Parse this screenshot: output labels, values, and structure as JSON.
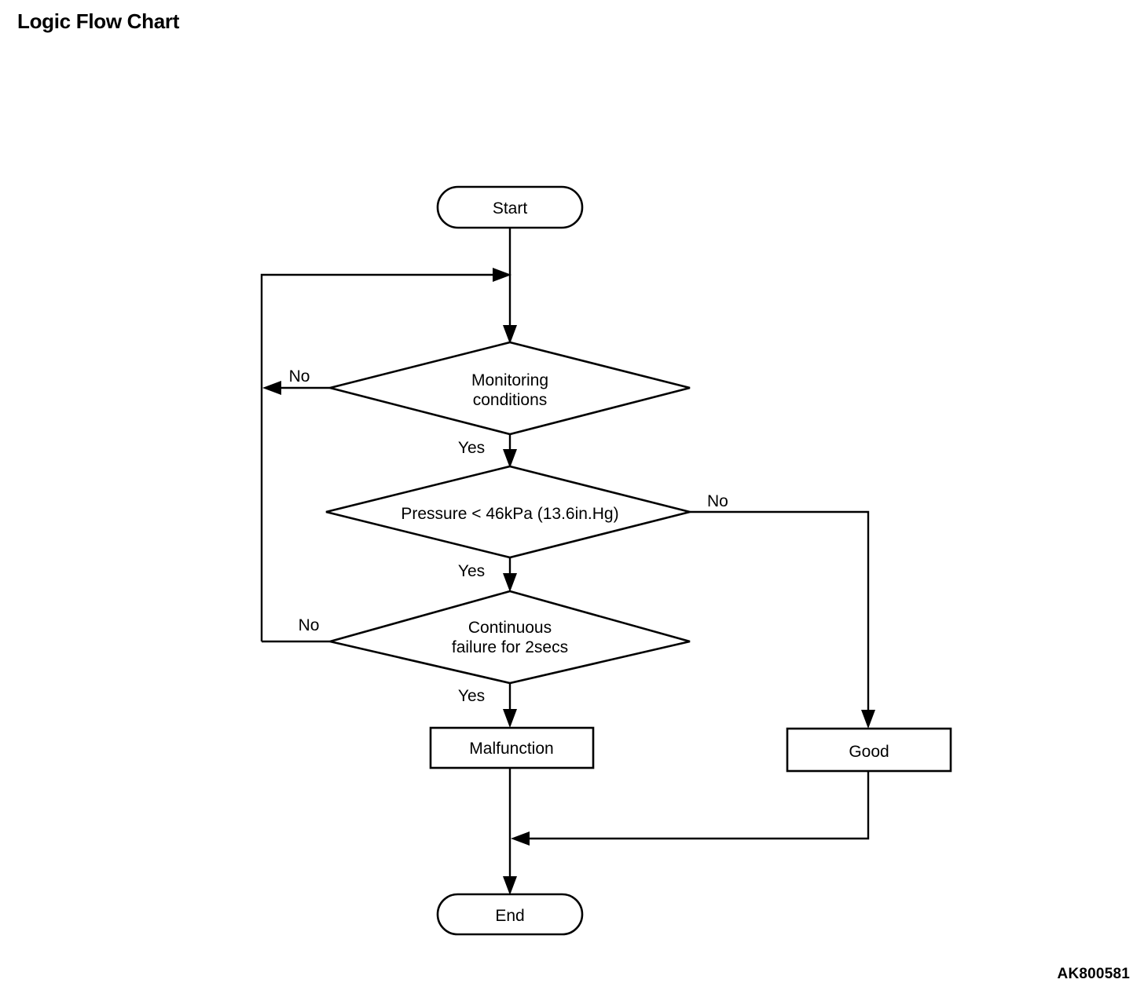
{
  "page": {
    "title": "Logic Flow Chart",
    "figure_code": "AK800581",
    "background_color": "#ffffff",
    "ink_color": "#000000"
  },
  "chart_data": {
    "type": "diagram",
    "diagram_kind": "flowchart",
    "title": "Logic Flow Chart",
    "nodes": [
      {
        "id": "start",
        "shape": "stadium",
        "label": "Start"
      },
      {
        "id": "monitoring",
        "shape": "diamond",
        "label_line_1": "Monitoring",
        "label_line_2": "conditions"
      },
      {
        "id": "pressure",
        "shape": "diamond",
        "label_line_1": "Pressure < 46kPa (13.6in.Hg)",
        "label_line_2": ""
      },
      {
        "id": "continuous",
        "shape": "diamond",
        "label_line_1": "Continuous",
        "label_line_2": "failure for 2secs"
      },
      {
        "id": "malfunction",
        "shape": "rectangle",
        "label": "Malfunction"
      },
      {
        "id": "good",
        "shape": "rectangle",
        "label": "Good"
      },
      {
        "id": "end",
        "shape": "stadium",
        "label": "End"
      }
    ],
    "edges": [
      {
        "from": "start",
        "to": "monitoring",
        "label": ""
      },
      {
        "from": "monitoring",
        "to": "pressure",
        "label": "Yes"
      },
      {
        "from": "monitoring",
        "to": "monitoring",
        "label": "No",
        "note": "loops back above monitoring decision"
      },
      {
        "from": "pressure",
        "to": "continuous",
        "label": "Yes"
      },
      {
        "from": "pressure",
        "to": "good",
        "label": "No"
      },
      {
        "from": "continuous",
        "to": "malfunction",
        "label": "Yes"
      },
      {
        "from": "continuous",
        "to": "monitoring",
        "label": "No",
        "note": "loops back above monitoring decision"
      },
      {
        "from": "malfunction",
        "to": "end",
        "label": ""
      },
      {
        "from": "good",
        "to": "end",
        "label": ""
      }
    ]
  },
  "labels": {
    "start": "Start",
    "monitoring_line1": "Monitoring",
    "monitoring_line2": "conditions",
    "pressure": "Pressure < 46kPa (13.6in.Hg)",
    "continuous_line1": "Continuous",
    "continuous_line2": "failure for 2secs",
    "malfunction": "Malfunction",
    "good": "Good",
    "end": "End",
    "yes_monitoring": "Yes",
    "no_monitoring": "No",
    "yes_pressure": "Yes",
    "no_pressure": "No",
    "yes_continuous": "Yes",
    "no_continuous": "No"
  }
}
